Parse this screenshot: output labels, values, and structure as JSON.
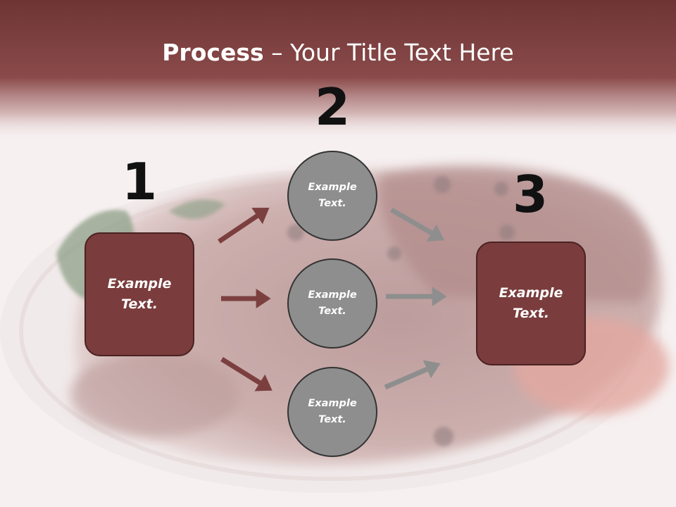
{
  "title": {
    "bold": "Process",
    "rest": " – Your Title Text Here"
  },
  "steps": [
    {
      "number": "1",
      "label": "Example Text."
    },
    {
      "number": "2",
      "label": "Example Text."
    },
    {
      "number": "3",
      "label": "Example Text."
    }
  ],
  "circles": [
    {
      "label": "Example Text."
    },
    {
      "label": "Example Text."
    },
    {
      "label": "Example Text."
    }
  ],
  "colors": {
    "header": "#7c3f3f",
    "box_fill": "#7a3c3c",
    "box_border": "#4a2222",
    "circle_fill": "#8e8e8e",
    "arrow_red": "#7c3f3f",
    "arrow_gray": "#8e8e8e"
  }
}
